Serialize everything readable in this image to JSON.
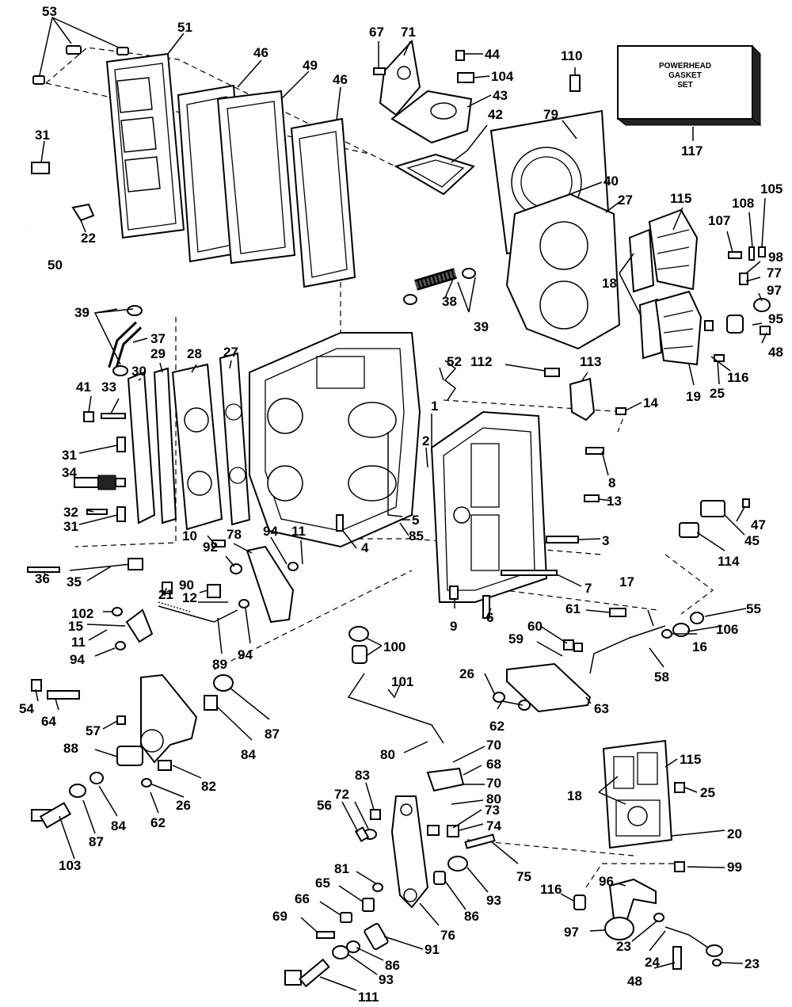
{
  "gasket_set_box": {
    "line1": "POWERHEAD",
    "line2": "GASKET",
    "line3": "SET",
    "number": "117"
  },
  "callouts": [
    {
      "id": "53",
      "text": "53"
    },
    {
      "id": "51",
      "text": "51"
    },
    {
      "id": "46a",
      "text": "46"
    },
    {
      "id": "49",
      "text": "49"
    },
    {
      "id": "46b",
      "text": "46"
    },
    {
      "id": "67",
      "text": "67"
    },
    {
      "id": "71",
      "text": "71"
    },
    {
      "id": "44",
      "text": "44"
    },
    {
      "id": "110",
      "text": "110"
    },
    {
      "id": "104",
      "text": "104"
    },
    {
      "id": "43",
      "text": "43"
    },
    {
      "id": "42",
      "text": "42"
    },
    {
      "id": "79",
      "text": "79"
    },
    {
      "id": "31a",
      "text": "31"
    },
    {
      "id": "40",
      "text": "40"
    },
    {
      "id": "27a",
      "text": "27"
    },
    {
      "id": "115a",
      "text": "115"
    },
    {
      "id": "108",
      "text": "108"
    },
    {
      "id": "105",
      "text": "105"
    },
    {
      "id": "107",
      "text": "107"
    },
    {
      "id": "98",
      "text": "98"
    },
    {
      "id": "77",
      "text": "77"
    },
    {
      "id": "97a",
      "text": "97"
    },
    {
      "id": "95",
      "text": "95"
    },
    {
      "id": "48a",
      "text": "48"
    },
    {
      "id": "18a",
      "text": "18"
    },
    {
      "id": "50",
      "text": "50"
    },
    {
      "id": "22",
      "text": "22"
    },
    {
      "id": "38",
      "text": "38"
    },
    {
      "id": "39a",
      "text": "39"
    },
    {
      "id": "39b",
      "text": "39"
    },
    {
      "id": "37",
      "text": "37"
    },
    {
      "id": "29",
      "text": "29"
    },
    {
      "id": "28",
      "text": "28"
    },
    {
      "id": "27b",
      "text": "27"
    },
    {
      "id": "30",
      "text": "30"
    },
    {
      "id": "52",
      "text": "52"
    },
    {
      "id": "112",
      "text": "112"
    },
    {
      "id": "113",
      "text": "113"
    },
    {
      "id": "116a",
      "text": "116"
    },
    {
      "id": "19",
      "text": "19"
    },
    {
      "id": "25a",
      "text": "25"
    },
    {
      "id": "41",
      "text": "41"
    },
    {
      "id": "33",
      "text": "33"
    },
    {
      "id": "1",
      "text": "1"
    },
    {
      "id": "14",
      "text": "14"
    },
    {
      "id": "2",
      "text": "2"
    },
    {
      "id": "31b",
      "text": "31"
    },
    {
      "id": "34",
      "text": "34"
    },
    {
      "id": "8",
      "text": "8"
    },
    {
      "id": "13",
      "text": "13"
    },
    {
      "id": "32",
      "text": "32"
    },
    {
      "id": "31c",
      "text": "31"
    },
    {
      "id": "47",
      "text": "47"
    },
    {
      "id": "5",
      "text": "5"
    },
    {
      "id": "45",
      "text": "45"
    },
    {
      "id": "85",
      "text": "85"
    },
    {
      "id": "10",
      "text": "10"
    },
    {
      "id": "78",
      "text": "78"
    },
    {
      "id": "94a",
      "text": "94"
    },
    {
      "id": "11a",
      "text": "11"
    },
    {
      "id": "3",
      "text": "3"
    },
    {
      "id": "114",
      "text": "114"
    },
    {
      "id": "4",
      "text": "4"
    },
    {
      "id": "36",
      "text": "36"
    },
    {
      "id": "35",
      "text": "35"
    },
    {
      "id": "92",
      "text": "92"
    },
    {
      "id": "90",
      "text": "90"
    },
    {
      "id": "7",
      "text": "7"
    },
    {
      "id": "17",
      "text": "17"
    },
    {
      "id": "55",
      "text": "55"
    },
    {
      "id": "102",
      "text": "102"
    },
    {
      "id": "21",
      "text": "21"
    },
    {
      "id": "12",
      "text": "12"
    },
    {
      "id": "61",
      "text": "61"
    },
    {
      "id": "9",
      "text": "9"
    },
    {
      "id": "106",
      "text": "106"
    },
    {
      "id": "15",
      "text": "15"
    },
    {
      "id": "6",
      "text": "6"
    },
    {
      "id": "60",
      "text": "60"
    },
    {
      "id": "16",
      "text": "16"
    },
    {
      "id": "11b",
      "text": "11"
    },
    {
      "id": "59",
      "text": "59"
    },
    {
      "id": "89",
      "text": "89"
    },
    {
      "id": "94b",
      "text": "94"
    },
    {
      "id": "94c",
      "text": "94"
    },
    {
      "id": "100",
      "text": "100"
    },
    {
      "id": "58",
      "text": "58"
    },
    {
      "id": "26a",
      "text": "26"
    },
    {
      "id": "54",
      "text": "54"
    },
    {
      "id": "64",
      "text": "64"
    },
    {
      "id": "101",
      "text": "101"
    },
    {
      "id": "63",
      "text": "63"
    },
    {
      "id": "62a",
      "text": "62"
    },
    {
      "id": "57",
      "text": "57"
    },
    {
      "id": "87a",
      "text": "87"
    },
    {
      "id": "84a",
      "text": "84"
    },
    {
      "id": "80a",
      "text": "80"
    },
    {
      "id": "70a",
      "text": "70"
    },
    {
      "id": "88",
      "text": "88"
    },
    {
      "id": "68",
      "text": "68"
    },
    {
      "id": "115b",
      "text": "115"
    },
    {
      "id": "82",
      "text": "82"
    },
    {
      "id": "70b",
      "text": "70"
    },
    {
      "id": "18b",
      "text": "18"
    },
    {
      "id": "83",
      "text": "83"
    },
    {
      "id": "25b",
      "text": "25"
    },
    {
      "id": "80b",
      "text": "80"
    },
    {
      "id": "26b",
      "text": "26"
    },
    {
      "id": "72",
      "text": "72"
    },
    {
      "id": "56",
      "text": "56"
    },
    {
      "id": "73",
      "text": "73"
    },
    {
      "id": "84b",
      "text": "84"
    },
    {
      "id": "62b",
      "text": "62"
    },
    {
      "id": "74",
      "text": "74"
    },
    {
      "id": "20",
      "text": "20"
    },
    {
      "id": "87b",
      "text": "87"
    },
    {
      "id": "103",
      "text": "103"
    },
    {
      "id": "75",
      "text": "75"
    },
    {
      "id": "99",
      "text": "99"
    },
    {
      "id": "81",
      "text": "81"
    },
    {
      "id": "93a",
      "text": "93"
    },
    {
      "id": "116b",
      "text": "116"
    },
    {
      "id": "96",
      "text": "96"
    },
    {
      "id": "65",
      "text": "65"
    },
    {
      "id": "86a",
      "text": "86"
    },
    {
      "id": "66",
      "text": "66"
    },
    {
      "id": "69",
      "text": "69"
    },
    {
      "id": "76",
      "text": "76"
    },
    {
      "id": "97b",
      "text": "97"
    },
    {
      "id": "91",
      "text": "91"
    },
    {
      "id": "23a",
      "text": "23"
    },
    {
      "id": "24",
      "text": "24"
    },
    {
      "id": "86b",
      "text": "86"
    },
    {
      "id": "93b",
      "text": "93"
    },
    {
      "id": "23b",
      "text": "23"
    },
    {
      "id": "48b",
      "text": "48"
    },
    {
      "id": "111",
      "text": "111"
    }
  ]
}
